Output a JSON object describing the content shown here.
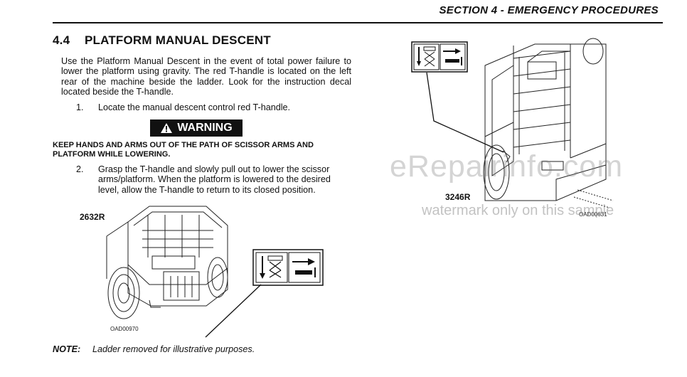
{
  "header": {
    "section": "SECTION 4 - EMERGENCY PROCEDURES"
  },
  "section": {
    "number": "4.4",
    "title": "PLATFORM MANUAL DESCENT"
  },
  "intro": "Use the Platform Manual Descent in the event of total power failure to lower the platform using gravity. The red T-handle is located on the left rear of the machine beside the ladder. Look for the instruction decal located beside the T-handle.",
  "steps": [
    {
      "num": "1.",
      "text": "Locate the manual descent control red T-handle."
    },
    {
      "num": "2.",
      "text": "Grasp the T-handle and slowly pull out to lower the scissor arms/platform. When the platform is lowered to the desired level, allow the T-handle to return to its closed position."
    }
  ],
  "warning": {
    "label": "WARNING",
    "text": "KEEP HANDS AND ARMS OUT OF THE PATH OF SCISSOR ARMS AND PLATFORM WHILE LOWERING."
  },
  "figures": {
    "left": {
      "model": "2632R",
      "code": "OAD00970"
    },
    "right": {
      "model": "3246R",
      "code": "OAD00631"
    }
  },
  "note": {
    "label": "NOTE:",
    "text": "Ladder removed for illustrative purposes."
  },
  "watermark": {
    "line1": "eRepairinfo.com",
    "line2": "watermark only on this sample"
  }
}
